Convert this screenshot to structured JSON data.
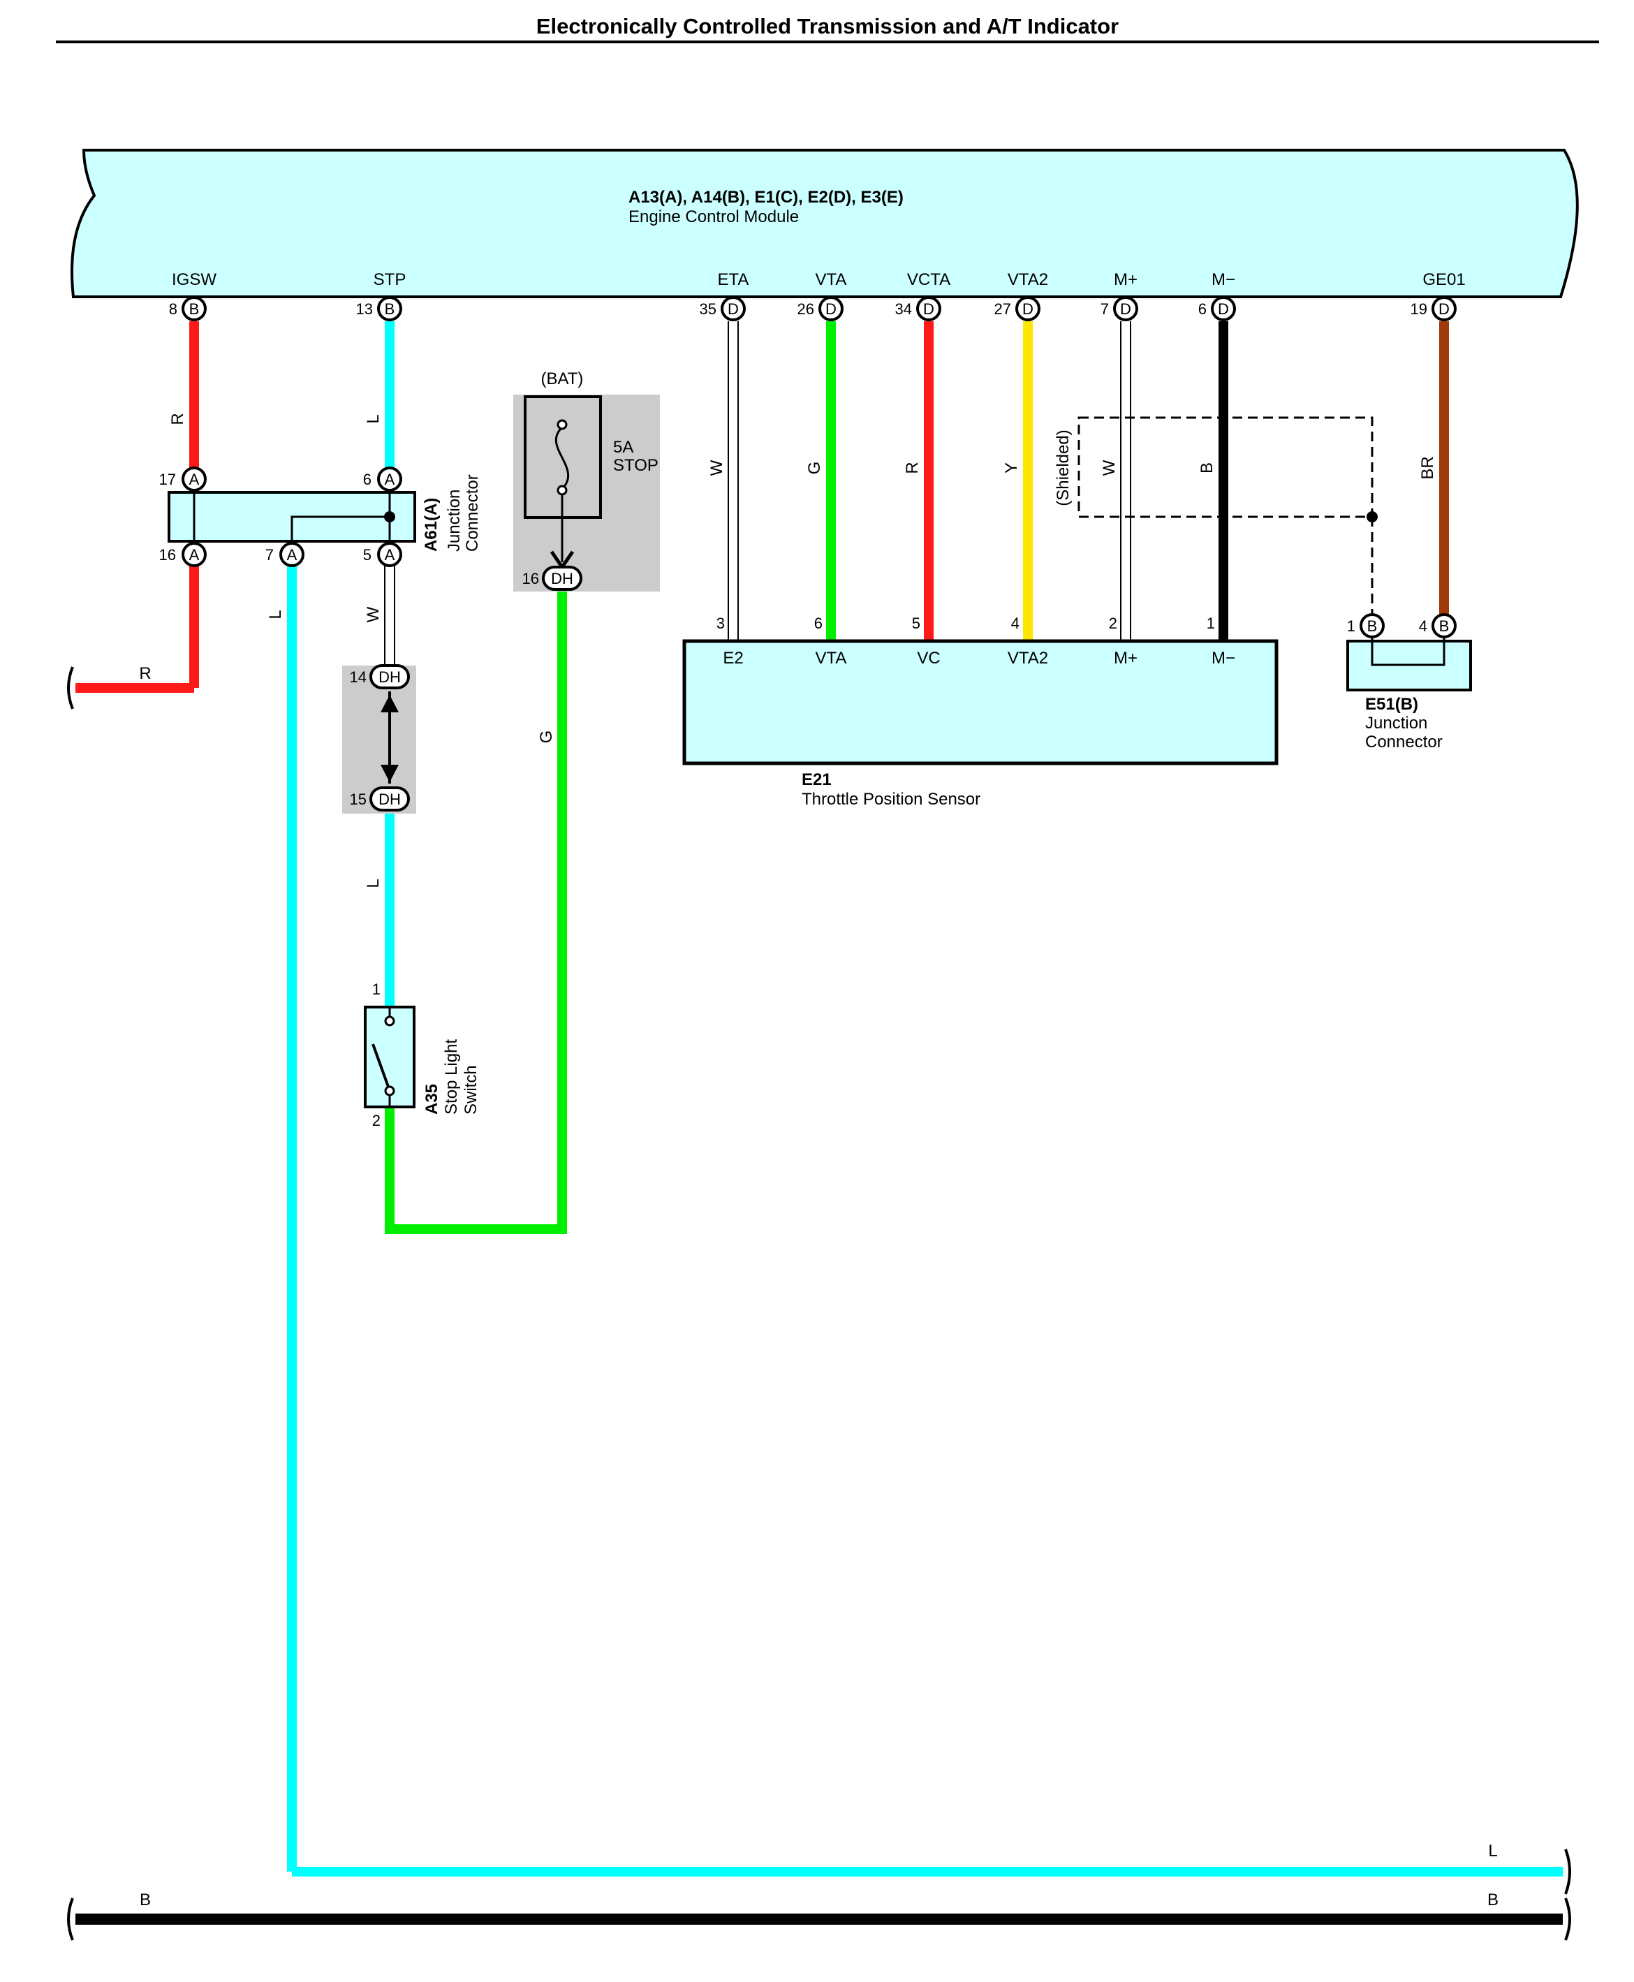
{
  "title": "Electronically Controlled Transmission and A/T Indicator",
  "colors": {
    "R": "#ff1a1a",
    "L": "#00ffff",
    "G": "#00ee00",
    "Y": "#ffe600",
    "B": "#000000",
    "BR": "#a03a0a",
    "W": "#ffffff",
    "component_fill": "#ccffff",
    "shade": "#cccccc"
  },
  "ecm": {
    "id": "A13(A), A14(B), E1(C), E2(D), E3(E)",
    "name": "Engine Control Module",
    "terminals": [
      {
        "name": "IGSW",
        "pin": "8",
        "conn": "B"
      },
      {
        "name": "STP",
        "pin": "13",
        "conn": "B"
      },
      {
        "name": "ETA",
        "pin": "35",
        "conn": "D"
      },
      {
        "name": "VTA",
        "pin": "26",
        "conn": "D"
      },
      {
        "name": "VCTA",
        "pin": "34",
        "conn": "D"
      },
      {
        "name": "VTA2",
        "pin": "27",
        "conn": "D"
      },
      {
        "name": "M+",
        "pin": "7",
        "conn": "D"
      },
      {
        "name": "M−",
        "pin": "6",
        "conn": "D"
      },
      {
        "name": "GE01",
        "pin": "19",
        "conn": "D"
      }
    ]
  },
  "a61": {
    "id": "A61(A)",
    "name1": "Junction",
    "name2": "Connector",
    "pins": [
      {
        "pin": "17",
        "conn": "A"
      },
      {
        "pin": "6",
        "conn": "A"
      },
      {
        "pin": "16",
        "conn": "A"
      },
      {
        "pin": "7",
        "conn": "A"
      },
      {
        "pin": "5",
        "conn": "A"
      }
    ]
  },
  "fuse": {
    "source": "(BAT)",
    "rating": "5A",
    "name": "STOP",
    "pin": "16",
    "conn": "DH"
  },
  "jc_dh": [
    {
      "pin": "14",
      "conn": "DH"
    },
    {
      "pin": "15",
      "conn": "DH"
    }
  ],
  "stop_switch": {
    "id": "A35",
    "name1": "Stop Light",
    "name2": "Switch",
    "pin1": "1",
    "pin2": "2"
  },
  "tps": {
    "id": "E21",
    "name": "Throttle Position Sensor",
    "terminals": [
      {
        "name": "E2",
        "pin": "3"
      },
      {
        "name": "VTA",
        "pin": "6"
      },
      {
        "name": "VC",
        "pin": "5"
      },
      {
        "name": "VTA2",
        "pin": "4"
      },
      {
        "name": "M+",
        "pin": "2"
      },
      {
        "name": "M−",
        "pin": "1"
      }
    ]
  },
  "e51": {
    "id": "E51(B)",
    "name1": "Junction",
    "name2": "Connector",
    "pin1": "1",
    "pin2": "4",
    "conn": "B"
  },
  "shield_label": "(Shielded)",
  "wire_codes": {
    "igsw": "R",
    "stp": "L",
    "r_left": "R",
    "a61_7": "L",
    "a61_5": "W",
    "dh_l": "L",
    "fuse_g": "G",
    "eta": "W",
    "vta": "G",
    "vcta": "R",
    "vta2": "Y",
    "m_plus": "W",
    "m_minus": "B",
    "ge01": "BR",
    "bottom_l": "L",
    "bottom_b_left": "B",
    "bottom_b_right": "B"
  }
}
